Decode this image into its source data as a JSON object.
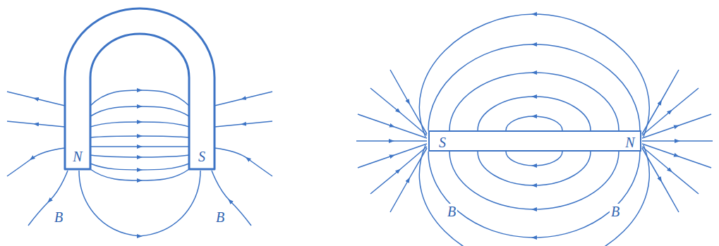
{
  "diagram": {
    "nodes": [
      {
        "text": [
          "N",
          "S"
        ]
      },
      {
        "text": [
          "S",
          "N"
        ]
      }
    ],
    "labels": [
      "B",
      "B",
      "B",
      "B"
    ]
  }
}
